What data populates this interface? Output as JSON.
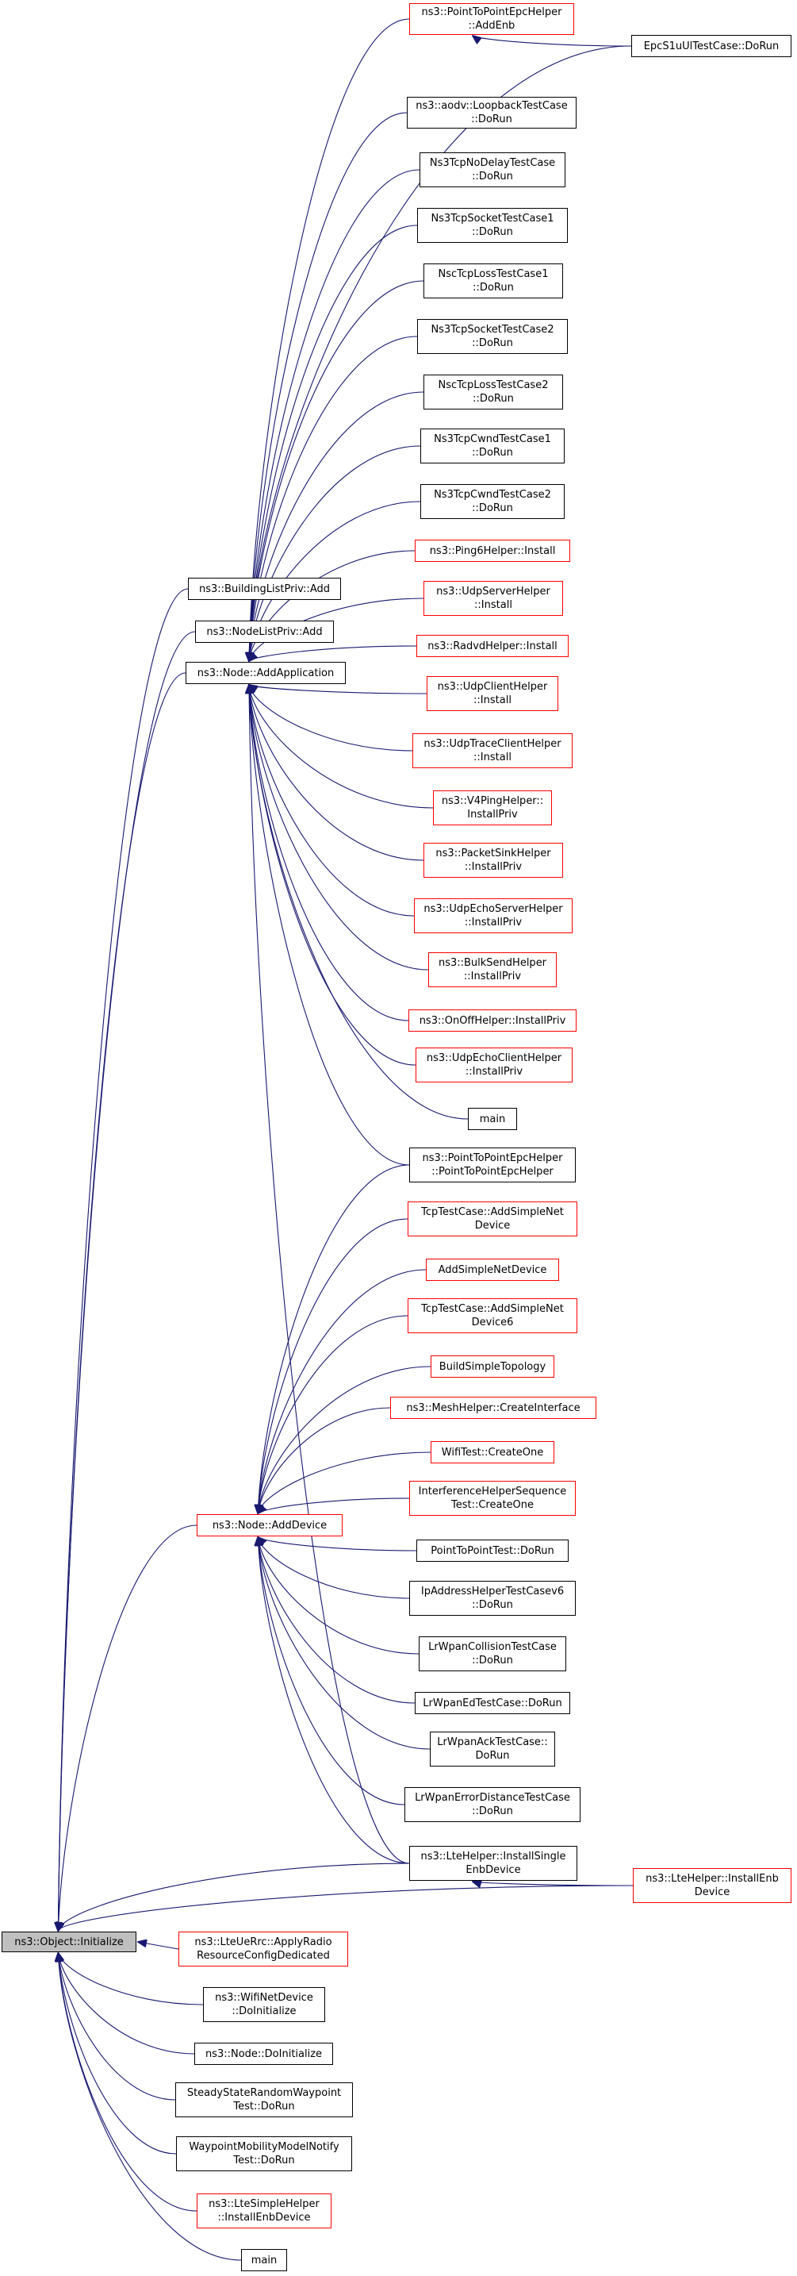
{
  "diagram": {
    "edge_color": "#191970",
    "root": {
      "id": "root",
      "lines": [
        "ns3::Object::Initialize"
      ]
    },
    "nodes": [
      {
        "id": "p2p_addenb",
        "lines": [
          "ns3::PointToPointEpcHelper",
          "::AddEnb"
        ],
        "red": true
      },
      {
        "id": "epcs1u",
        "lines": [
          "EpcS1uUlTestCase::DoRun"
        ],
        "red": false
      },
      {
        "id": "aodv",
        "lines": [
          "ns3::aodv::LoopbackTestCase",
          "::DoRun"
        ],
        "red": false
      },
      {
        "id": "nodelay",
        "lines": [
          "Ns3TcpNoDelayTestCase",
          "::DoRun"
        ],
        "red": false
      },
      {
        "id": "sock1",
        "lines": [
          "Ns3TcpSocketTestCase1",
          "::DoRun"
        ],
        "red": false
      },
      {
        "id": "nscloss1",
        "lines": [
          "NscTcpLossTestCase1",
          "::DoRun"
        ],
        "red": false
      },
      {
        "id": "sock2",
        "lines": [
          "Ns3TcpSocketTestCase2",
          "::DoRun"
        ],
        "red": false
      },
      {
        "id": "nscloss2",
        "lines": [
          "NscTcpLossTestCase2",
          "::DoRun"
        ],
        "red": false
      },
      {
        "id": "cwnd1",
        "lines": [
          "Ns3TcpCwndTestCase1",
          "::DoRun"
        ],
        "red": false
      },
      {
        "id": "cwnd2",
        "lines": [
          "Ns3TcpCwndTestCase2",
          "::DoRun"
        ],
        "red": false
      },
      {
        "id": "ping6",
        "lines": [
          "ns3::Ping6Helper::Install"
        ],
        "red": true
      },
      {
        "id": "bldlist",
        "lines": [
          "ns3::BuildingListPriv::Add"
        ],
        "red": false
      },
      {
        "id": "udpserver",
        "lines": [
          "ns3::UdpServerHelper",
          "::Install"
        ],
        "red": true
      },
      {
        "id": "nodelist",
        "lines": [
          "ns3::NodeListPriv::Add"
        ],
        "red": false
      },
      {
        "id": "radvd",
        "lines": [
          "ns3::RadvdHelper::Install"
        ],
        "red": true
      },
      {
        "id": "addapp",
        "lines": [
          "ns3::Node::AddApplication"
        ],
        "red": false
      },
      {
        "id": "udpclient",
        "lines": [
          "ns3::UdpClientHelper",
          "::Install"
        ],
        "red": true
      },
      {
        "id": "udptrace",
        "lines": [
          "ns3::UdpTraceClientHelper",
          "::Install"
        ],
        "red": true
      },
      {
        "id": "v4ping",
        "lines": [
          "ns3::V4PingHelper::",
          "InstallPriv"
        ],
        "red": true
      },
      {
        "id": "packetsink",
        "lines": [
          "ns3::PacketSinkHelper",
          "::InstallPriv"
        ],
        "red": true
      },
      {
        "id": "udpechoserver",
        "lines": [
          "ns3::UdpEchoServerHelper",
          "::InstallPriv"
        ],
        "red": true
      },
      {
        "id": "bulksend",
        "lines": [
          "ns3::BulkSendHelper",
          "::InstallPriv"
        ],
        "red": true
      },
      {
        "id": "onoff",
        "lines": [
          "ns3::OnOffHelper::InstallPriv"
        ],
        "red": true
      },
      {
        "id": "udpechoclient",
        "lines": [
          "ns3::UdpEchoClientHelper",
          "::InstallPriv"
        ],
        "red": true
      },
      {
        "id": "main1",
        "lines": [
          "main"
        ],
        "red": false
      },
      {
        "id": "p2pctor",
        "lines": [
          "ns3::PointToPointEpcHelper",
          "::PointToPointEpcHelper"
        ],
        "red": false
      },
      {
        "id": "tcpadd",
        "lines": [
          "TcpTestCase::AddSimpleNet",
          "Device"
        ],
        "red": true
      },
      {
        "id": "addsimple",
        "lines": [
          "AddSimpleNetDevice"
        ],
        "red": true
      },
      {
        "id": "tcpadd6",
        "lines": [
          "TcpTestCase::AddSimpleNet",
          "Device6"
        ],
        "red": true
      },
      {
        "id": "buildsimple",
        "lines": [
          "BuildSimpleTopology"
        ],
        "red": true
      },
      {
        "id": "mesh",
        "lines": [
          "ns3::MeshHelper::CreateInterface"
        ],
        "red": true
      },
      {
        "id": "wifitest",
        "lines": [
          "WifiTest::CreateOne"
        ],
        "red": true
      },
      {
        "id": "interf",
        "lines": [
          "InterferenceHelperSequence",
          "Test::CreateOne"
        ],
        "red": true
      },
      {
        "id": "adddevice",
        "lines": [
          "ns3::Node::AddDevice"
        ],
        "red": true
      },
      {
        "id": "p2ptest",
        "lines": [
          "PointToPointTest::DoRun"
        ],
        "red": false
      },
      {
        "id": "ipv6",
        "lines": [
          "IpAddressHelperTestCasev6",
          "::DoRun"
        ],
        "red": false
      },
      {
        "id": "lrcoll",
        "lines": [
          "LrWpanCollisionTestCase",
          "::DoRun"
        ],
        "red": false
      },
      {
        "id": "lred",
        "lines": [
          "LrWpanEdTestCase::DoRun"
        ],
        "red": false
      },
      {
        "id": "lrack",
        "lines": [
          "LrWpanAckTestCase::",
          "DoRun"
        ],
        "red": false
      },
      {
        "id": "lrerr",
        "lines": [
          "LrWpanErrorDistanceTestCase",
          "::DoRun"
        ],
        "red": false
      },
      {
        "id": "ltesingle",
        "lines": [
          "ns3::LteHelper::InstallSingle",
          "EnbDevice"
        ],
        "red": false
      },
      {
        "id": "lteenb",
        "lines": [
          "ns3::LteHelper::InstallEnb",
          "Device"
        ],
        "red": true
      },
      {
        "id": "lterrc",
        "lines": [
          "ns3::LteUeRrc::ApplyRadio",
          "ResourceConfigDedicated"
        ],
        "red": true
      },
      {
        "id": "wifinet",
        "lines": [
          "ns3::WifiNetDevice",
          "::DoInitialize"
        ],
        "red": false
      },
      {
        "id": "nodeinit",
        "lines": [
          "ns3::Node::DoInitialize"
        ],
        "red": false
      },
      {
        "id": "steady",
        "lines": [
          "SteadyStateRandomWaypoint",
          "Test::DoRun"
        ],
        "red": false
      },
      {
        "id": "waypoint",
        "lines": [
          "WaypointMobilityModelNotify",
          "Test::DoRun"
        ],
        "red": false
      },
      {
        "id": "ltesimple",
        "lines": [
          "ns3::LteSimpleHelper",
          "::InstallEnbDevice"
        ],
        "red": true
      },
      {
        "id": "main2",
        "lines": [
          "main"
        ],
        "red": false
      }
    ],
    "edges": [
      [
        "epcs1u",
        "p2p_addenb"
      ],
      [
        "p2p_addenb",
        "addapp"
      ],
      [
        "epcs1u",
        "addapp"
      ],
      [
        "aodv",
        "addapp"
      ],
      [
        "nodelay",
        "addapp"
      ],
      [
        "sock1",
        "addapp"
      ],
      [
        "nscloss1",
        "addapp"
      ],
      [
        "sock2",
        "addapp"
      ],
      [
        "nscloss2",
        "addapp"
      ],
      [
        "cwnd1",
        "addapp"
      ],
      [
        "cwnd2",
        "addapp"
      ],
      [
        "ping6",
        "addapp"
      ],
      [
        "udpserver",
        "addapp"
      ],
      [
        "radvd",
        "addapp"
      ],
      [
        "udpclient",
        "addapp"
      ],
      [
        "udptrace",
        "addapp"
      ],
      [
        "v4ping",
        "addapp"
      ],
      [
        "packetsink",
        "addapp"
      ],
      [
        "udpechoserver",
        "addapp"
      ],
      [
        "bulksend",
        "addapp"
      ],
      [
        "onoff",
        "addapp"
      ],
      [
        "udpechoclient",
        "addapp"
      ],
      [
        "main1",
        "addapp"
      ],
      [
        "p2pctor",
        "addapp"
      ],
      [
        "ltesingle",
        "addapp"
      ],
      [
        "tcpadd",
        "adddevice"
      ],
      [
        "addsimple",
        "adddevice"
      ],
      [
        "tcpadd6",
        "adddevice"
      ],
      [
        "buildsimple",
        "adddevice"
      ],
      [
        "mesh",
        "adddevice"
      ],
      [
        "wifitest",
        "adddevice"
      ],
      [
        "interf",
        "adddevice"
      ],
      [
        "p2ptest",
        "adddevice"
      ],
      [
        "ipv6",
        "adddevice"
      ],
      [
        "lrcoll",
        "adddevice"
      ],
      [
        "lred",
        "adddevice"
      ],
      [
        "lrack",
        "adddevice"
      ],
      [
        "lrerr",
        "adddevice"
      ],
      [
        "ltesingle",
        "adddevice"
      ],
      [
        "p2pctor",
        "adddevice"
      ],
      [
        "lteenb",
        "ltesingle"
      ],
      [
        "bldlist",
        "root"
      ],
      [
        "nodelist",
        "root"
      ],
      [
        "addapp",
        "root"
      ],
      [
        "adddevice",
        "root"
      ],
      [
        "ltesingle",
        "root"
      ],
      [
        "lteenb",
        "root"
      ],
      [
        "lterrc",
        "root"
      ],
      [
        "wifinet",
        "root"
      ],
      [
        "nodeinit",
        "root"
      ],
      [
        "steady",
        "root"
      ],
      [
        "waypoint",
        "root"
      ],
      [
        "ltesimple",
        "root"
      ],
      [
        "main2",
        "root"
      ]
    ]
  }
}
